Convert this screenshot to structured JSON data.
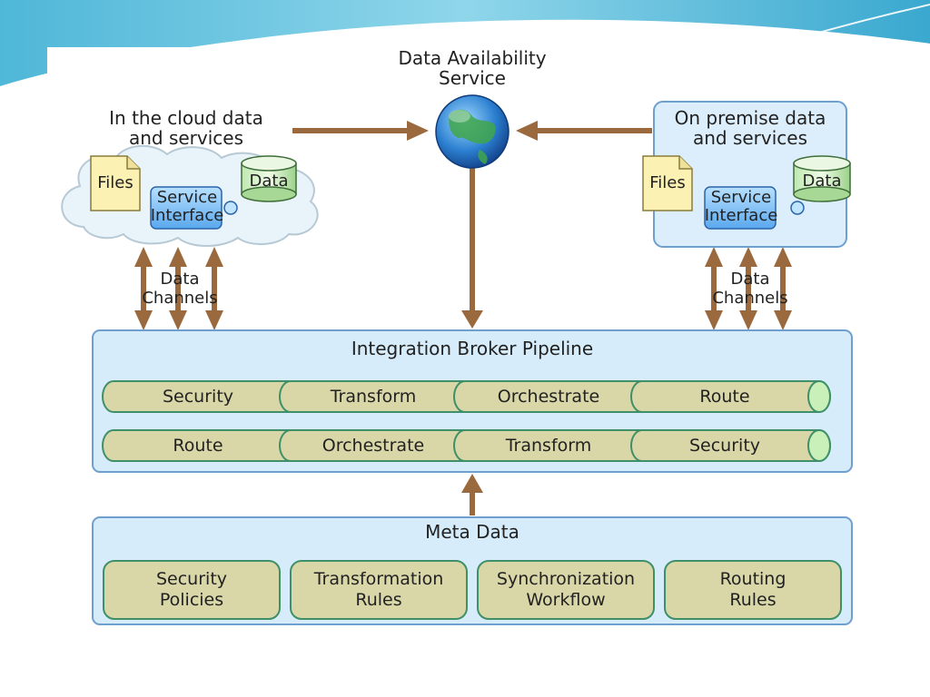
{
  "availability": {
    "title_line1": "Data Availability",
    "title_line2": "Service"
  },
  "cloud": {
    "title_line1": "In the cloud data",
    "title_line2": "and services",
    "files_label": "Files",
    "data_label": "Data",
    "service_line1": "Service",
    "service_line2": "Interface",
    "channels_line1": "Data",
    "channels_line2": "Channels"
  },
  "premise": {
    "title_line1": "On premise data",
    "title_line2": "and services",
    "files_label": "Files",
    "data_label": "Data",
    "service_line1": "Service",
    "service_line2": "Interface",
    "channels_line1": "Data",
    "channels_line2": "Channels"
  },
  "pipeline": {
    "title": "Integration Broker Pipeline",
    "row1": [
      "Security",
      "Transform",
      "Orchestrate",
      "Route"
    ],
    "row2": [
      "Route",
      "Orchestrate",
      "Transform",
      "Security"
    ]
  },
  "metadata": {
    "title": "Meta Data",
    "boxes": [
      {
        "line1": "Security",
        "line2": "Policies"
      },
      {
        "line1": "Transformation",
        "line2": "Rules"
      },
      {
        "line1": "Synchronization",
        "line2": "Workflow"
      },
      {
        "line1": "Routing",
        "line2": "Rules"
      }
    ]
  },
  "colors": {
    "arrow": "#9a6a3e",
    "panel_fill": "#d6ecfa",
    "panel_stroke": "#6e9fcf",
    "segment_fill": "#d9d7a8",
    "segment_stroke": "#3f8f68",
    "cap_fill": "#c8f0b8"
  }
}
